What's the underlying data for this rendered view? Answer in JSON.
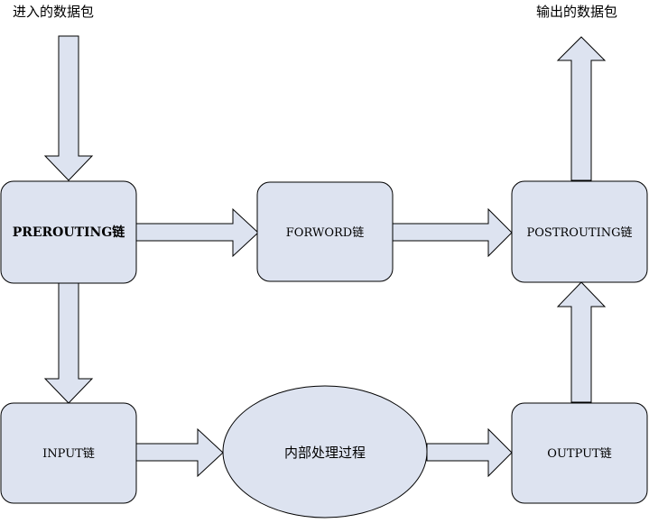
{
  "labels": {
    "incoming": "进入的数据包",
    "outgoing": "输出的数据包"
  },
  "nodes": {
    "prerouting": "PREROUTING链",
    "forword": "FORWORD链",
    "postrouting": "POSTROUTING链",
    "input": "INPUT链",
    "internal": "内部处理过程",
    "output": "OUTPUT链"
  },
  "colors": {
    "fill": "#dde3f0",
    "stroke": "#000000"
  }
}
